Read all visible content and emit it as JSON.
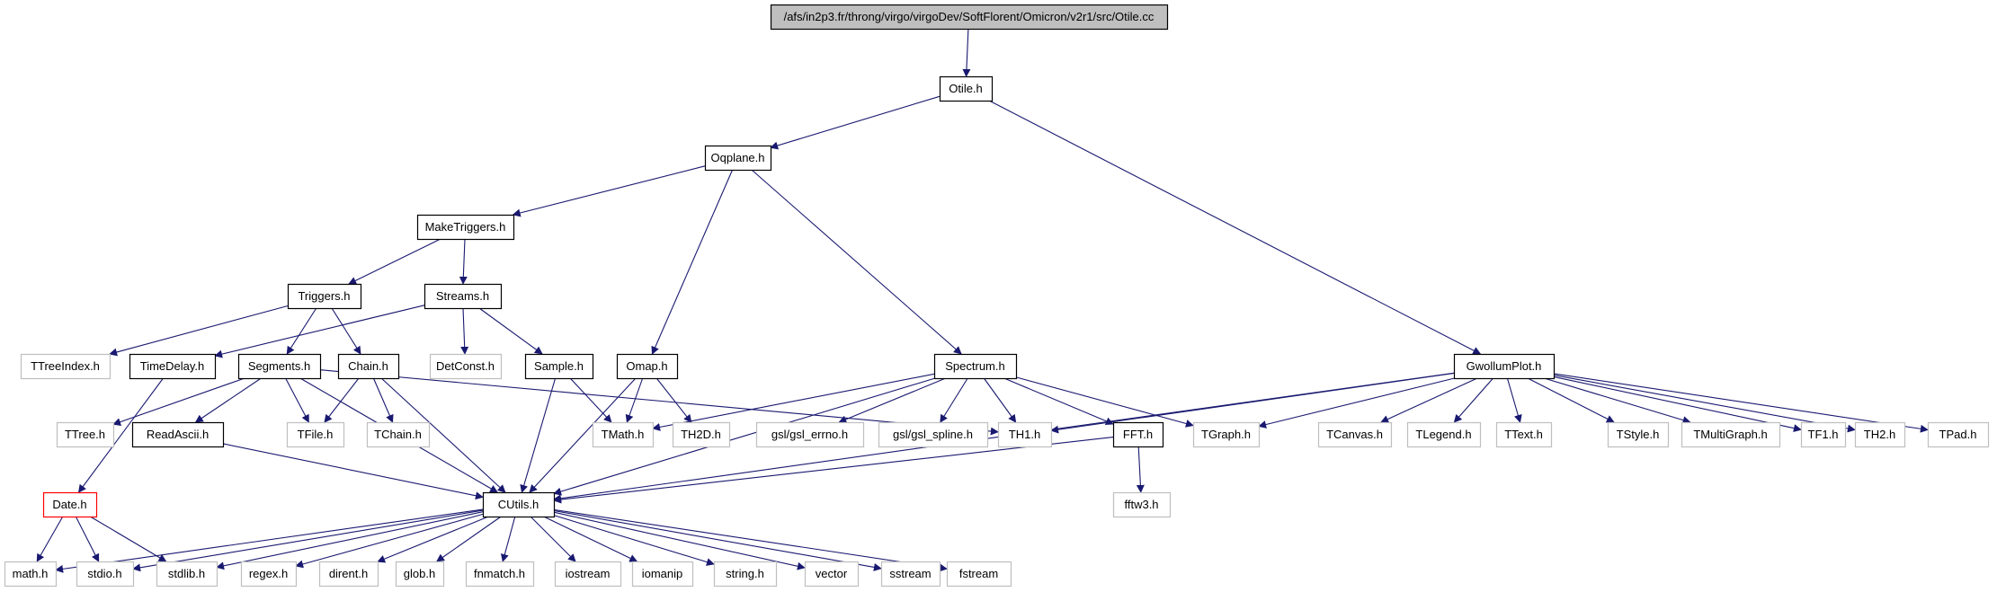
{
  "colors": {
    "background": "#ffffff",
    "edge": "#191970",
    "root_fill": "#bfbfbf",
    "node_fill": "#ffffff",
    "documented_border": "#000000",
    "external_border": "#bfbfbf",
    "external_text": "#404040",
    "undocumented_border": "#ff0000"
  },
  "graph": {
    "nodes": [
      {
        "id": "root",
        "label": "/afs/in2p3.fr/throng/virgo/virgoDev/SoftFlorent/Omicron/v2r1/src/Otile.cc",
        "kind": "root"
      },
      {
        "id": "otile",
        "label": "Otile.h",
        "kind": "documented"
      },
      {
        "id": "oqplane",
        "label": "Oqplane.h",
        "kind": "documented"
      },
      {
        "id": "maketriggers",
        "label": "MakeTriggers.h",
        "kind": "documented"
      },
      {
        "id": "triggers",
        "label": "Triggers.h",
        "kind": "documented"
      },
      {
        "id": "streams",
        "label": "Streams.h",
        "kind": "documented"
      },
      {
        "id": "ttreeindex",
        "label": "TTreeIndex.h",
        "kind": "external"
      },
      {
        "id": "timedelay",
        "label": "TimeDelay.h",
        "kind": "documented"
      },
      {
        "id": "segments",
        "label": "Segments.h",
        "kind": "documented"
      },
      {
        "id": "chain",
        "label": "Chain.h",
        "kind": "documented"
      },
      {
        "id": "detconst",
        "label": "DetConst.h",
        "kind": "external"
      },
      {
        "id": "sample",
        "label": "Sample.h",
        "kind": "documented"
      },
      {
        "id": "omap",
        "label": "Omap.h",
        "kind": "documented"
      },
      {
        "id": "spectrum",
        "label": "Spectrum.h",
        "kind": "documented"
      },
      {
        "id": "gwollum",
        "label": "GwollumPlot.h",
        "kind": "documented"
      },
      {
        "id": "ttree",
        "label": "TTree.h",
        "kind": "external"
      },
      {
        "id": "readascii",
        "label": "ReadAscii.h",
        "kind": "documented"
      },
      {
        "id": "tfile",
        "label": "TFile.h",
        "kind": "external"
      },
      {
        "id": "tchain",
        "label": "TChain.h",
        "kind": "external"
      },
      {
        "id": "tmath",
        "label": "TMath.h",
        "kind": "external"
      },
      {
        "id": "th2d",
        "label": "TH2D.h",
        "kind": "external"
      },
      {
        "id": "gslerrno",
        "label": "gsl/gsl_errno.h",
        "kind": "external"
      },
      {
        "id": "gslspline",
        "label": "gsl/gsl_spline.h",
        "kind": "external"
      },
      {
        "id": "th1",
        "label": "TH1.h",
        "kind": "external"
      },
      {
        "id": "fft",
        "label": "FFT.h",
        "kind": "documented"
      },
      {
        "id": "tgraph",
        "label": "TGraph.h",
        "kind": "external"
      },
      {
        "id": "tcanvas",
        "label": "TCanvas.h",
        "kind": "external"
      },
      {
        "id": "tlegend",
        "label": "TLegend.h",
        "kind": "external"
      },
      {
        "id": "ttext",
        "label": "TText.h",
        "kind": "external"
      },
      {
        "id": "tstyle",
        "label": "TStyle.h",
        "kind": "external"
      },
      {
        "id": "tmultigraph",
        "label": "TMultiGraph.h",
        "kind": "external"
      },
      {
        "id": "tf1",
        "label": "TF1.h",
        "kind": "external"
      },
      {
        "id": "th2",
        "label": "TH2.h",
        "kind": "external"
      },
      {
        "id": "tpad",
        "label": "TPad.h",
        "kind": "external"
      },
      {
        "id": "date",
        "label": "Date.h",
        "kind": "undocumented"
      },
      {
        "id": "cutils",
        "label": "CUtils.h",
        "kind": "documented"
      },
      {
        "id": "fftw3",
        "label": "fftw3.h",
        "kind": "external"
      },
      {
        "id": "math",
        "label": "math.h",
        "kind": "external"
      },
      {
        "id": "stdio",
        "label": "stdio.h",
        "kind": "external"
      },
      {
        "id": "stdlib",
        "label": "stdlib.h",
        "kind": "external"
      },
      {
        "id": "regex",
        "label": "regex.h",
        "kind": "external"
      },
      {
        "id": "dirent",
        "label": "dirent.h",
        "kind": "external"
      },
      {
        "id": "glob",
        "label": "glob.h",
        "kind": "external"
      },
      {
        "id": "fnmatch",
        "label": "fnmatch.h",
        "kind": "external"
      },
      {
        "id": "iostream",
        "label": "iostream",
        "kind": "external"
      },
      {
        "id": "iomanip",
        "label": "iomanip",
        "kind": "external"
      },
      {
        "id": "string",
        "label": "string.h",
        "kind": "external"
      },
      {
        "id": "vector",
        "label": "vector",
        "kind": "external"
      },
      {
        "id": "sstream",
        "label": "sstream",
        "kind": "external"
      },
      {
        "id": "fstream",
        "label": "fstream",
        "kind": "external"
      }
    ],
    "edges": [
      [
        "root",
        "otile"
      ],
      [
        "otile",
        "oqplane"
      ],
      [
        "otile",
        "gwollum"
      ],
      [
        "oqplane",
        "maketriggers"
      ],
      [
        "oqplane",
        "omap"
      ],
      [
        "oqplane",
        "spectrum"
      ],
      [
        "maketriggers",
        "triggers"
      ],
      [
        "maketriggers",
        "streams"
      ],
      [
        "triggers",
        "ttreeindex"
      ],
      [
        "triggers",
        "segments"
      ],
      [
        "triggers",
        "chain"
      ],
      [
        "streams",
        "timedelay"
      ],
      [
        "streams",
        "detconst"
      ],
      [
        "streams",
        "sample"
      ],
      [
        "timedelay",
        "date"
      ],
      [
        "segments",
        "ttree"
      ],
      [
        "segments",
        "readascii"
      ],
      [
        "segments",
        "tfile"
      ],
      [
        "segments",
        "th1"
      ],
      [
        "segments",
        "cutils"
      ],
      [
        "chain",
        "tfile"
      ],
      [
        "chain",
        "tchain"
      ],
      [
        "chain",
        "cutils"
      ],
      [
        "sample",
        "tmath"
      ],
      [
        "sample",
        "cutils"
      ],
      [
        "omap",
        "tmath"
      ],
      [
        "omap",
        "th2d"
      ],
      [
        "omap",
        "cutils"
      ],
      [
        "spectrum",
        "tmath"
      ],
      [
        "spectrum",
        "gslerrno"
      ],
      [
        "spectrum",
        "gslspline"
      ],
      [
        "spectrum",
        "th1"
      ],
      [
        "spectrum",
        "fft"
      ],
      [
        "spectrum",
        "tgraph"
      ],
      [
        "spectrum",
        "cutils"
      ],
      [
        "gwollum",
        "th1"
      ],
      [
        "gwollum",
        "tgraph"
      ],
      [
        "gwollum",
        "cutils"
      ],
      [
        "gwollum",
        "tcanvas"
      ],
      [
        "gwollum",
        "tlegend"
      ],
      [
        "gwollum",
        "ttext"
      ],
      [
        "gwollum",
        "tstyle"
      ],
      [
        "gwollum",
        "tmultigraph"
      ],
      [
        "gwollum",
        "tf1"
      ],
      [
        "gwollum",
        "th2"
      ],
      [
        "gwollum",
        "tpad"
      ],
      [
        "readascii",
        "cutils"
      ],
      [
        "fft",
        "cutils"
      ],
      [
        "fft",
        "fftw3"
      ],
      [
        "date",
        "math"
      ],
      [
        "date",
        "stdio"
      ],
      [
        "date",
        "stdlib"
      ],
      [
        "cutils",
        "math"
      ],
      [
        "cutils",
        "stdio"
      ],
      [
        "cutils",
        "stdlib"
      ],
      [
        "cutils",
        "regex"
      ],
      [
        "cutils",
        "dirent"
      ],
      [
        "cutils",
        "glob"
      ],
      [
        "cutils",
        "fnmatch"
      ],
      [
        "cutils",
        "iostream"
      ],
      [
        "cutils",
        "iomanip"
      ],
      [
        "cutils",
        "string"
      ],
      [
        "cutils",
        "vector"
      ],
      [
        "cutils",
        "sstream"
      ],
      [
        "cutils",
        "fstream"
      ]
    ]
  }
}
